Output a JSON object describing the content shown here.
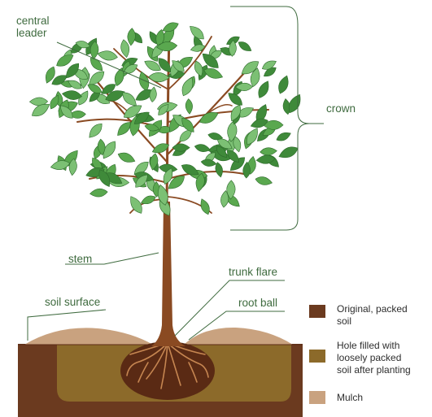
{
  "labels": {
    "central_leader": [
      "central",
      "leader"
    ],
    "crown": "crown",
    "stem": "stem",
    "trunk_flare": "trunk flare",
    "root_ball": "root ball",
    "soil_surface": "soil surface"
  },
  "legend": [
    {
      "lines": [
        "Original, packed",
        "soil"
      ],
      "color": "#6b3a1f"
    },
    {
      "lines": [
        "Hole filled with",
        "loosely packed",
        "soil after planting"
      ],
      "color": "#8c6a2a"
    },
    {
      "lines": [
        "Mulch"
      ],
      "color": "#c9a27f"
    }
  ],
  "colors": {
    "label_green": "#3f6b3f",
    "leaf_light": "#7cc074",
    "leaf_mid": "#5aa84f",
    "leaf_dark": "#3f8a3a",
    "trunk": "#8a4a22",
    "packed_soil": "#6b3a1f",
    "filled_soil": "#8c6a2a",
    "mulch": "#c9a27f",
    "root_ball": "#5a2a14"
  }
}
